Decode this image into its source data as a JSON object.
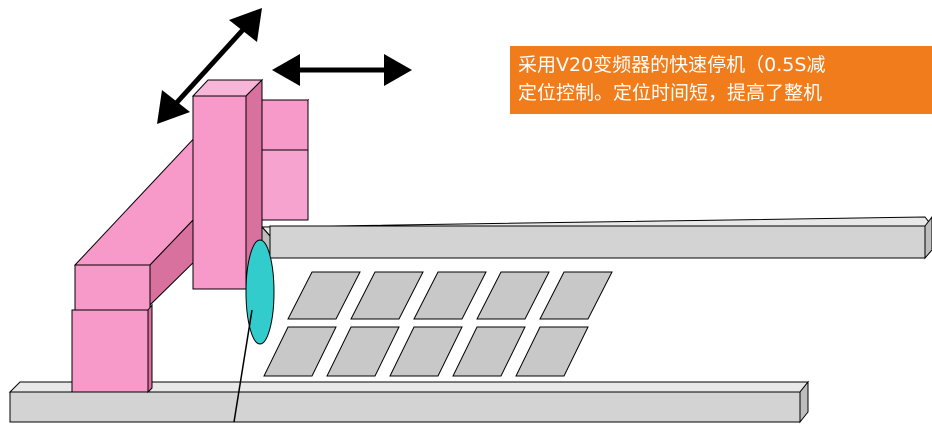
{
  "callout": {
    "line1": "采用V20变频器的快速停机（0.5S减",
    "line2": "定位控制。定位时间短，提高了整机"
  },
  "colors": {
    "rail_fill": "#d3d3d3",
    "rail_top": "#e6e6e6",
    "gantry_fill": "#f799c9",
    "gantry_side": "#d9719f",
    "sensor": "#33cccc",
    "tile": "#c8c8c8",
    "callout_bg": "#f07c1c"
  },
  "icons": [
    "double-arrow-diagonal-icon",
    "double-arrow-horizontal-icon"
  ],
  "tiles": {
    "rows": 2,
    "columns": 5
  }
}
